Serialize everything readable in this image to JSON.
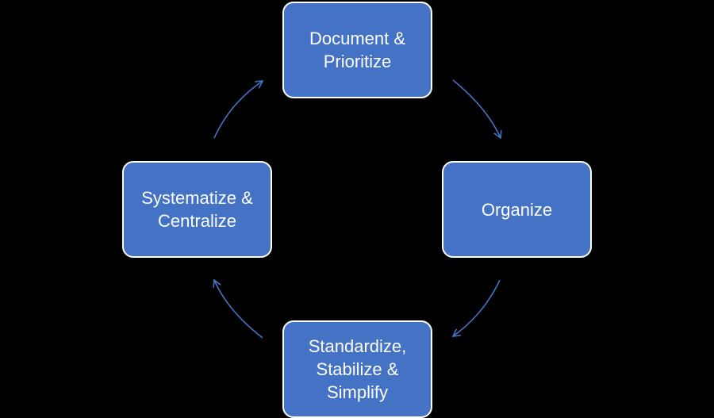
{
  "diagram": {
    "type": "cycle",
    "colors": {
      "background": "#000000",
      "node_fill": "#4472c4",
      "node_border": "#ffffff",
      "node_text": "#ffffff",
      "arrow": "#4472c4"
    },
    "nodes": [
      {
        "label": "Document &\nPrioritize"
      },
      {
        "label": "Organize"
      },
      {
        "label": "Standardize,\nStabilize &\nSimplify"
      },
      {
        "label": "Systematize &\nCentralize"
      }
    ],
    "edges": [
      {
        "from": 0,
        "to": 1
      },
      {
        "from": 1,
        "to": 2
      },
      {
        "from": 2,
        "to": 3
      },
      {
        "from": 3,
        "to": 0
      }
    ]
  }
}
